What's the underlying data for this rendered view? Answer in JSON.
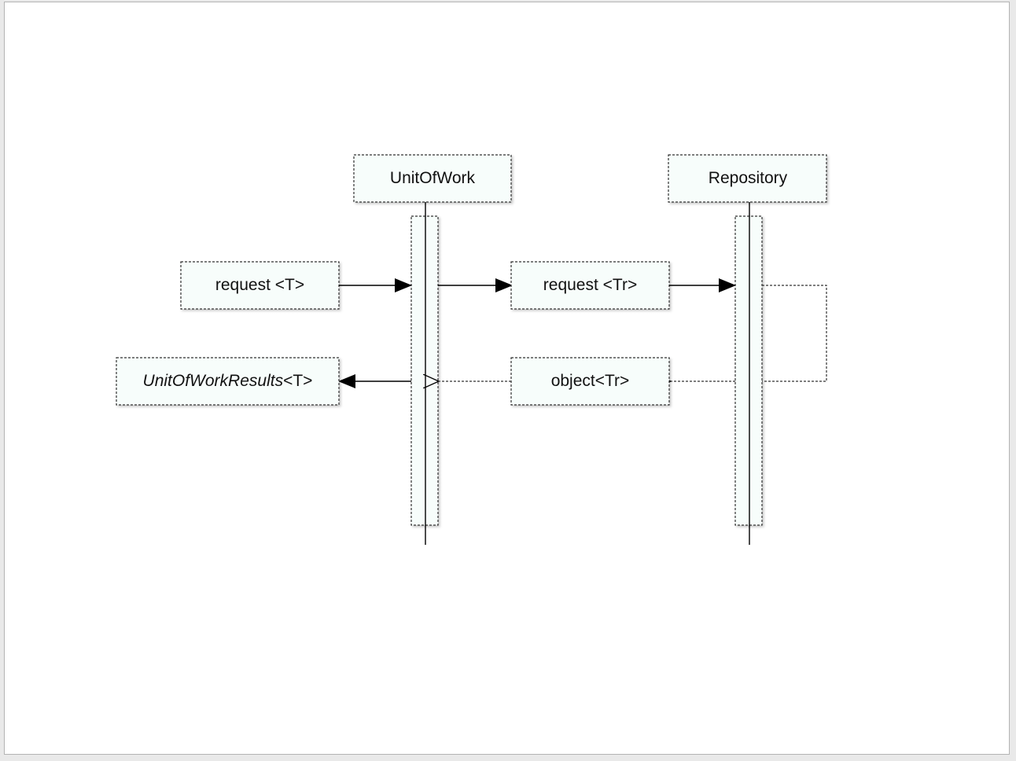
{
  "diagram": {
    "lifelines": [
      {
        "id": "uow",
        "label": "UnitOfWork"
      },
      {
        "id": "repo",
        "label": "Repository"
      }
    ],
    "messages": {
      "request_t": {
        "label": "request <T>"
      },
      "request_tr": {
        "label": "request <Tr>"
      },
      "object_tr": {
        "label": "object<Tr>"
      },
      "results": {
        "label_italic": "UnitOfWorkResults",
        "label_suffix": "<T>"
      }
    },
    "colors": {
      "box_fill": "#f7fdfb",
      "line": "#000000",
      "dashed_border": "#333333",
      "page_bg": "#ffffff",
      "outer_bg": "#e9e9e9"
    }
  }
}
